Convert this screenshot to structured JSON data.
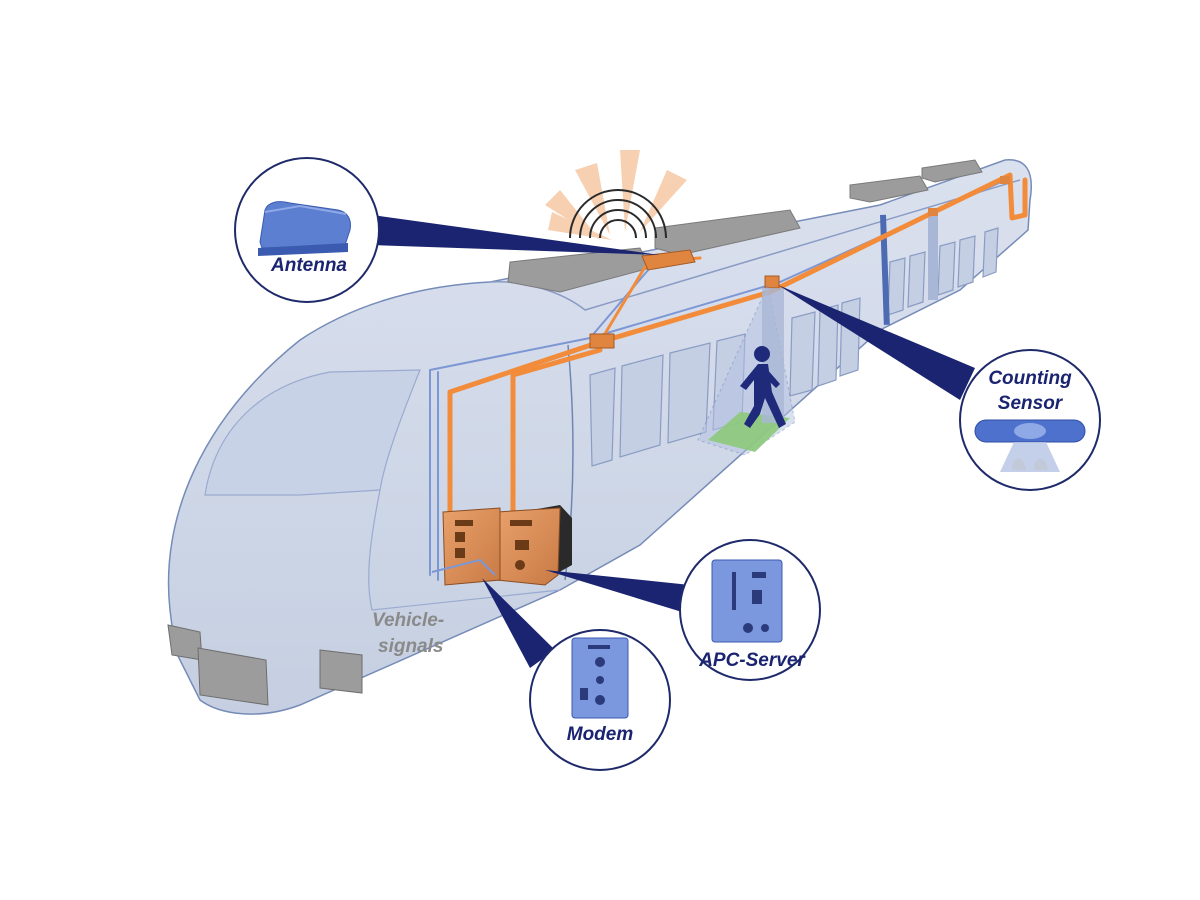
{
  "diagram": {
    "callouts": {
      "antenna": {
        "label": "Antenna",
        "icon": "antenna-icon"
      },
      "counting_sensor": {
        "label_line1": "Counting",
        "label_line2": "Sensor",
        "icon": "counting-sensor-icon"
      },
      "apc_server": {
        "label": "APC-Server",
        "icon": "apc-server-icon"
      },
      "modem": {
        "label": "Modem",
        "icon": "modem-icon"
      }
    },
    "signals": {
      "line1": "Vehicle-",
      "line2": "signals"
    },
    "colors": {
      "train_body": "#cdd6e6",
      "train_outline": "#6f86b5",
      "cabling": "#f28c3a",
      "callout_ring": "#1f2a6b",
      "callout_pointer": "#1a2470",
      "label_text": "#1a2470",
      "signal_text": "#8a8a8a",
      "device_blue": "#5c7fd1",
      "floor_zone": "#8cc97a"
    }
  }
}
